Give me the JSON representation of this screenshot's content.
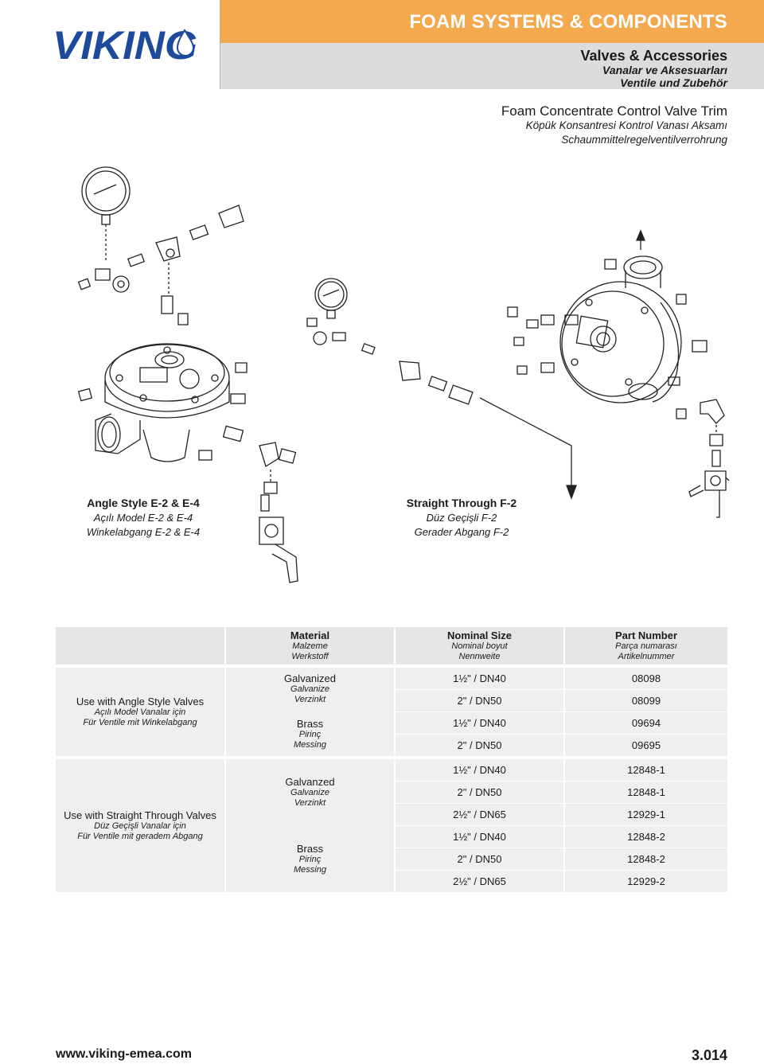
{
  "header": {
    "logo": "VIKING",
    "banner_title": "FOAM SYSTEMS & COMPONENTS",
    "section_title": "Valves & Accessories",
    "section_tr": "Vanalar ve Aksesuarları",
    "section_de": "Ventile und Zubehör",
    "doc_title": "Foam Concentrate Control Valve Trim",
    "doc_tr": "Köpük Konsantresi Kontrol Vanası Aksamı",
    "doc_de": "Schaummittelregelventilverrohrung"
  },
  "captions": {
    "angle": {
      "title": "Angle Style E-2 & E-4",
      "tr": "Açılı Model E-2 & E-4",
      "de": "Winkelabgang E-2 & E-4"
    },
    "straight": {
      "title": "Straight Through F-2",
      "tr": "Düz Geçişli F-2",
      "de": "Gerader Abgang F-2"
    }
  },
  "table": {
    "headers": {
      "material": {
        "en": "Material",
        "tr": "Malzeme",
        "de": "Werkstoff"
      },
      "size": {
        "en": "Nominal Size",
        "tr": "Nominal boyut",
        "de": "Nennweite"
      },
      "part": {
        "en": "Part Number",
        "tr": "Parça numarası",
        "de": "Artikelnummer"
      }
    },
    "groups": {
      "angle": {
        "en": "Use with Angle Style Valves",
        "tr": "Açılı Model Vanalar için",
        "de": "Für Ventile mit Winkelabgang"
      },
      "straight": {
        "en": "Use with Straight Through Valves",
        "tr": "Düz Geçişli Vanalar için",
        "de": "Für Ventile mit geradem Abgang"
      }
    },
    "materials": {
      "angle_galv": {
        "en": "Galvanized",
        "tr": "Galvanize",
        "de": "Verzinkt"
      },
      "angle_brass": {
        "en": "Brass",
        "tr": "Pirinç",
        "de": "Messing"
      },
      "straight_galv": {
        "en": "Galvanzed",
        "tr": "Galvanize",
        "de": "Verzinkt"
      },
      "straight_brass": {
        "en": "Brass",
        "tr": "Pirinç",
        "de": "Messing"
      }
    },
    "rows": [
      {
        "size": "1½\" / DN40",
        "part": "08098"
      },
      {
        "size": "2\" / DN50",
        "part": "08099"
      },
      {
        "size": "1½\" / DN40",
        "part": "09694"
      },
      {
        "size": "2\" / DN50",
        "part": "09695"
      },
      {
        "size": "1½\" / DN40",
        "part": "12848-1"
      },
      {
        "size": "2\" / DN50",
        "part": "12848-1"
      },
      {
        "size": "2½\" / DN65",
        "part": "12929-1"
      },
      {
        "size": "1½\" / DN40",
        "part": "12848-2"
      },
      {
        "size": "2\" / DN50",
        "part": "12848-2"
      },
      {
        "size": "2½\" / DN65",
        "part": "12929-2"
      }
    ]
  },
  "footer": {
    "url": "www.viking-emea.com",
    "page": "3.014"
  },
  "colors": {
    "banner": "#f5a94e",
    "subhead": "#dcdcdc",
    "logo_blue": "#1e4a9c",
    "table_bg": "#efefef",
    "table_header": "#e6e6e6"
  }
}
